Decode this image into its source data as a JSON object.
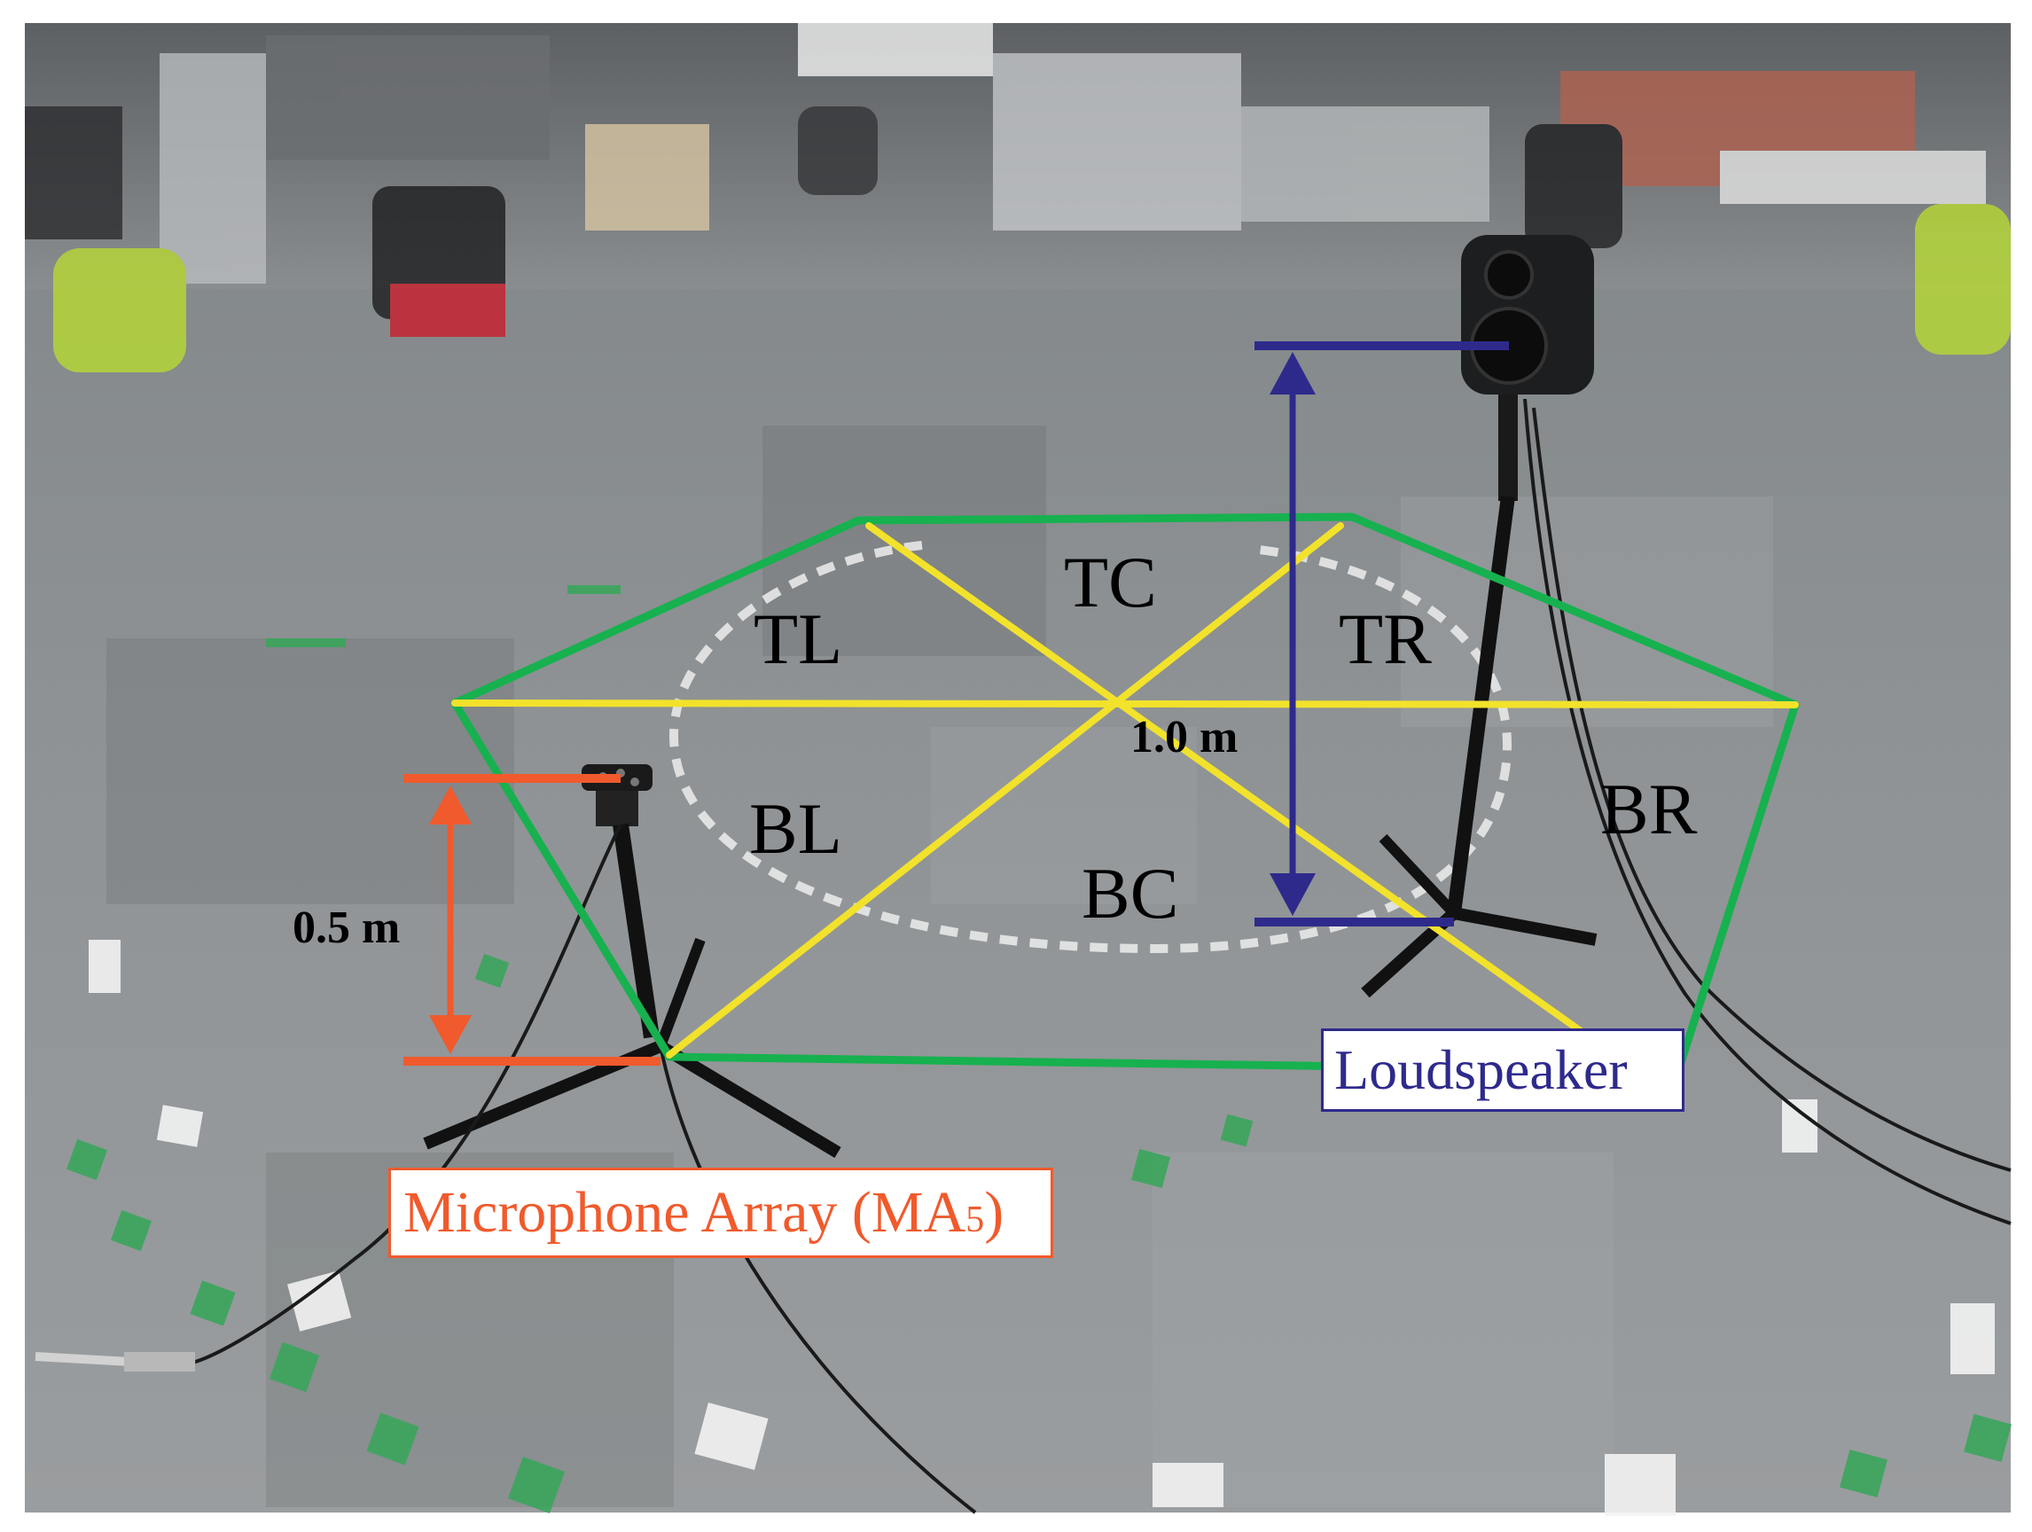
{
  "regions": {
    "tl": "TL",
    "tc": "TC",
    "tr": "TR",
    "bl": "BL",
    "bc": "BC",
    "br": "BR"
  },
  "measurements": {
    "speaker_height": "1.0 m",
    "mic_height": "0.5 m"
  },
  "labels": {
    "loudspeaker": "Loudspeaker",
    "mic_array_main": "Microphone Array (MA",
    "mic_array_sub": "5",
    "mic_array_close": ")"
  },
  "colors": {
    "outline_green": "#17b14f",
    "grid_yellow": "#f2e22b",
    "speaker_blue": "#2e2a8c",
    "mic_orange": "#f05a2c",
    "carpet": "#8a8e90"
  }
}
